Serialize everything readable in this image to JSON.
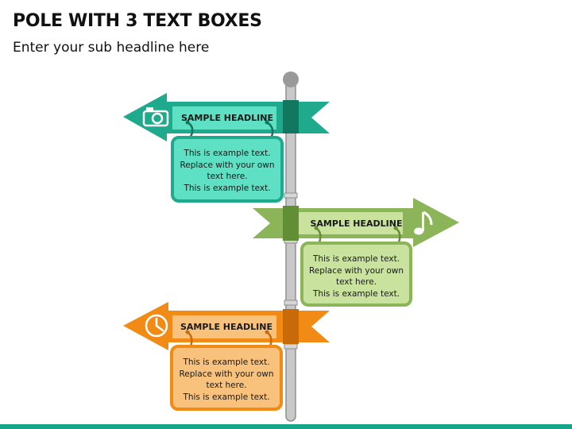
{
  "title": "POLE WITH 3 TEXT BOXES",
  "subtitle": "Enter your sub headline here",
  "colors": {
    "teal": "#1fa98d",
    "teal_light": "#5de0c3",
    "green": "#8cb55a",
    "green_light": "#c9e39f",
    "orange": "#f18b16",
    "orange_light": "#f9c27c",
    "pole": "#c8c8c8",
    "footer": "#16a58a"
  },
  "signs": [
    {
      "headline": "SAMPLE HEADLINE",
      "lines": [
        "This is example text.",
        "Replace with your own",
        "text here.",
        "This is example text."
      ],
      "icon": "camera-icon",
      "direction": "left"
    },
    {
      "headline": "SAMPLE HEADLINE",
      "lines": [
        "This is example text.",
        "Replace with your own",
        "text here.",
        "This is example text."
      ],
      "icon": "music-note-icon",
      "direction": "right"
    },
    {
      "headline": "SAMPLE HEADLINE",
      "lines": [
        "This is example text.",
        "Replace with your own",
        "text here.",
        "This is example text."
      ],
      "icon": "clock-icon",
      "direction": "left"
    }
  ]
}
